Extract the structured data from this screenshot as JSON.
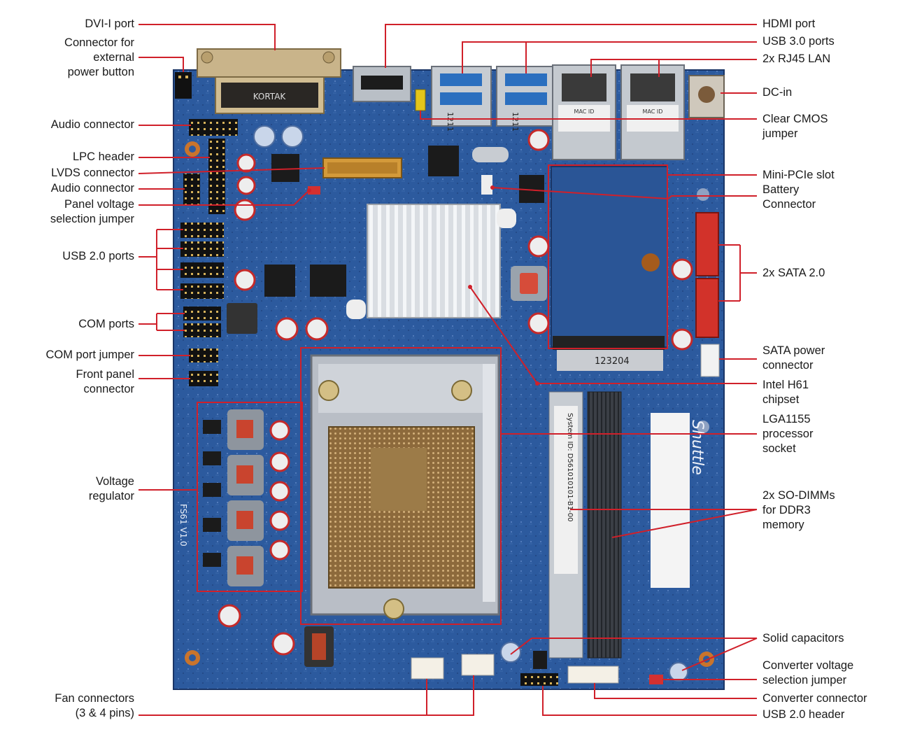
{
  "colors": {
    "leader": "#d0202a",
    "board": "#2c5a9e",
    "board_dark": "#1e3f78",
    "silk": "#e8eef8"
  },
  "board_marks": {
    "dvi_brand": "KORTAK",
    "usb_label_1": "1211",
    "usb_label_2": "1211",
    "mac_label": "MAC ID",
    "slot_code": "123204",
    "model": "FS61 V1.0",
    "system_id": "System ID: D561010101-B1-00",
    "brand": "Shuttle"
  },
  "labels_left": [
    {
      "text": "DVI-I port"
    },
    {
      "text": "Connector for\nexternal\npower button"
    },
    {
      "text": "Audio connector"
    },
    {
      "text": "LPC header"
    },
    {
      "text": "LVDS connector"
    },
    {
      "text": "Audio connector"
    },
    {
      "text": "Panel voltage\nselection jumper"
    },
    {
      "text": "USB 2.0 ports"
    },
    {
      "text": "COM ports"
    },
    {
      "text": "COM port jumper"
    },
    {
      "text": "Front panel\nconnector"
    },
    {
      "text": "Voltage\nregulator"
    },
    {
      "text": "Fan connectors\n(3 & 4 pins)"
    }
  ],
  "labels_right": [
    {
      "text": "HDMI port"
    },
    {
      "text": "USB 3.0 ports"
    },
    {
      "text": "2x RJ45 LAN"
    },
    {
      "text": "DC-in"
    },
    {
      "text": "Clear CMOS\njumper"
    },
    {
      "text": "Mini-PCIe slot"
    },
    {
      "text": "Battery\nConnector"
    },
    {
      "text": "2x SATA 2.0"
    },
    {
      "text": "SATA power\nconnector"
    },
    {
      "text": "Intel H61\nchipset"
    },
    {
      "text": "LGA1155\nprocessor\nsocket"
    },
    {
      "text": "2x SO-DIMMs\nfor DDR3\nmemory"
    },
    {
      "text": "Solid capacitors"
    },
    {
      "text": "Converter voltage\nselection jumper"
    },
    {
      "text": "Converter connector"
    },
    {
      "text": "USB 2.0 header"
    }
  ]
}
